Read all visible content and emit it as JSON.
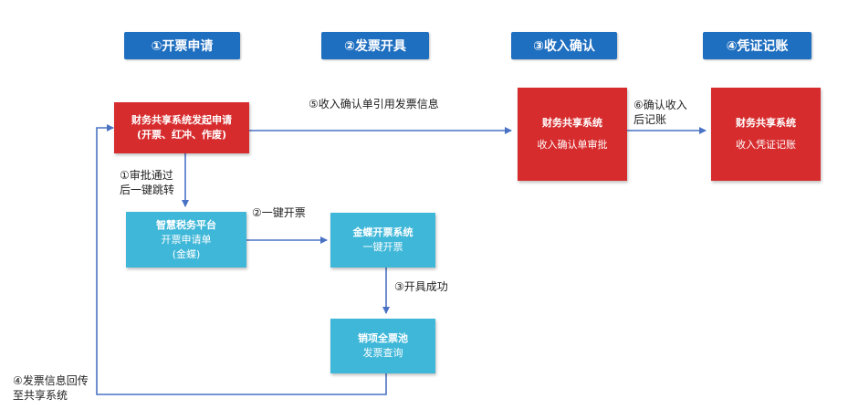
{
  "stages": [
    {
      "label": "①开票申请",
      "color": "#1f6fc0"
    },
    {
      "label": "②发票开具",
      "color": "#1f6fc0"
    },
    {
      "label": "③收入确认",
      "color": "#1f6fc0"
    },
    {
      "label": "④凭证记账",
      "color": "#1f6fc0"
    }
  ],
  "nodes": {
    "apply": {
      "line1": "财务共享系统发起申请",
      "line2": "(开票、红冲、作废)"
    },
    "tax_platform": {
      "line1": "智慧税务平台",
      "line2": "开票申请单",
      "line3": "(金蝶)"
    },
    "kingdee": {
      "line1": "金蝶开票系统",
      "line2": "一键开票"
    },
    "sales_pool": {
      "line1": "销项全票池",
      "line2": "发票查询"
    },
    "income_confirm": {
      "line1": "财务共享系统",
      "line2": "收入确认单审批"
    },
    "voucher": {
      "line1": "财务共享系统",
      "line2": "收入凭证记账"
    }
  },
  "notes": {
    "approve_line1": "①审批通过",
    "approve_line2": "后一键跳转",
    "one_click": "②一键开票",
    "issue_success": "③开具成功",
    "return_line1": "④发票信息回传",
    "return_line2": "至共享系统",
    "reference": "⑤收入确认单引用发票信息",
    "post_line1": "⑥确认收入",
    "post_line2": "后记账"
  },
  "colors": {
    "stage_blue": "#1f6fc0",
    "box_red": "#d72c2e",
    "box_cyan": "#3fb7d8",
    "arrow": "#4a72c4"
  }
}
